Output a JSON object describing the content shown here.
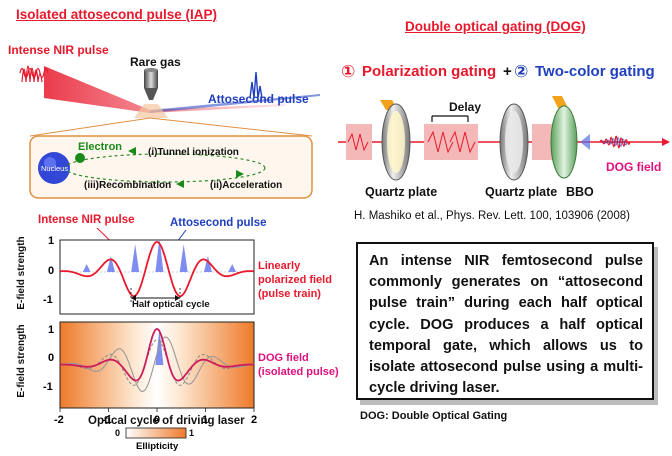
{
  "left_panel": {
    "title": "Isolated attosecond pulse (IAP)",
    "intense_nir_pulse": "Intense NIR pulse",
    "rare_gas": "Rare gas",
    "attosecond_pulse": "Attosecond pulse",
    "electron": "Electron",
    "nucleus": "Nucleus",
    "step1": "(i)Tunnel ionization",
    "step2": "(ii)Acceleration",
    "step3": "(iii)Recombination"
  },
  "right_panel": {
    "title": "Double optical gating (DOG)",
    "num1": "①",
    "polarization_gating": "Polarization gating",
    "plus": "+",
    "num2": "②",
    "two_color_gating": "Two-color gating",
    "delay": "Delay",
    "quartz_plate_1": "Quartz plate",
    "quartz_plate_2": "Quartz plate",
    "bbo": "BBO",
    "dog_field": "DOG field",
    "reference": "H. Mashiko et al., Phys. Rev. Lett. 100, 103906 (2008)",
    "info_text": "An intense NIR femtosecond pulse commonly generates on “attosecond pulse train” during each half optical cycle. DOG produces a half optical temporal gate, which allows us to isolate attosecond pulse using a multi-cycle driving laser.",
    "footnote": "DOG: Double Optical Gating"
  },
  "plots": {
    "ann_nir": "Intense NIR pulse",
    "ann_atto": "Attosecond pulse",
    "ylabel_top": "E-field strength",
    "ylabel_bottom": "E-field strength",
    "label_linear_1": "Linearly",
    "label_linear_2": "polarized field",
    "label_linear_3": "(pulse train)",
    "half_cycle": "Half optical cycle",
    "label_dog_1": "DOG field",
    "label_dog_2": "(isolated pulse)",
    "xlabel": "Optical cycle of driving laser",
    "x_ticks": [
      "-2",
      "-1",
      "0",
      "1",
      "2"
    ],
    "y_ticks_top": [
      "1",
      "0",
      "-1"
    ],
    "y_ticks_bottom": [
      "1",
      "0",
      "-1"
    ],
    "colorbar_label": "Ellipticity",
    "colorbar_min": "0",
    "colorbar_max": "1"
  },
  "colors": {
    "red": "#e8192c",
    "blue": "#1f3fbf",
    "magenta": "#e0107e",
    "orange": "#f08a2c"
  }
}
